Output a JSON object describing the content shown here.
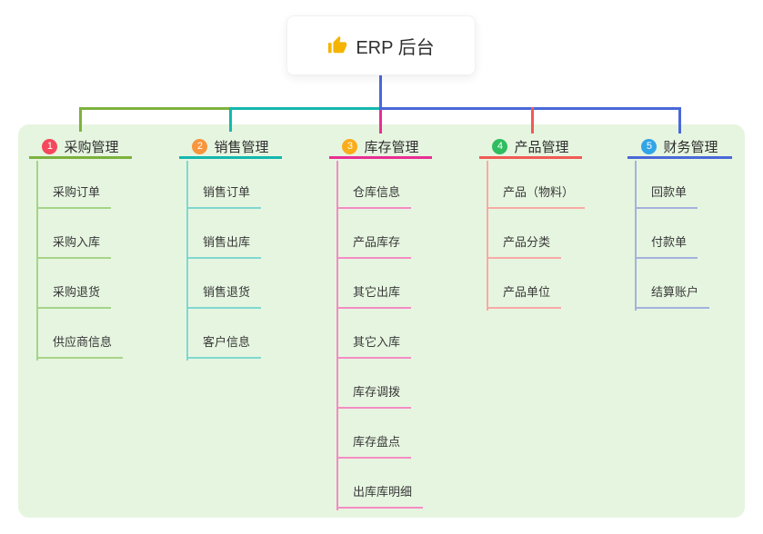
{
  "root": {
    "label": "ERP 后台",
    "icon": "thumbs-up-icon",
    "icon_color": "#f4b400"
  },
  "colors": {
    "canvas_bg": "#ffffff",
    "panel_bg": "#e6f5e0",
    "trunk": "#4a68d8",
    "text": "#2d2d2d"
  },
  "branches": [
    {
      "num": "1",
      "label": "采购管理",
      "badge_color": "#f5485d",
      "line_color": "#7db23e",
      "child_line_color": "#a6d489",
      "children": [
        "采购订单",
        "采购入库",
        "采购退货",
        "供应商信息"
      ]
    },
    {
      "num": "2",
      "label": "销售管理",
      "badge_color": "#f8953d",
      "line_color": "#14b8ae",
      "child_line_color": "#7fd8d0",
      "children": [
        "销售订单",
        "销售出库",
        "销售退货",
        "客户信息"
      ]
    },
    {
      "num": "3",
      "label": "库存管理",
      "badge_color": "#fbac1b",
      "line_color": "#e82f92",
      "child_line_color": "#f48cc4",
      "children": [
        "仓库信息",
        "产品库存",
        "其它出库",
        "其它入库",
        "库存调拨",
        "库存盘点",
        "出库库明细"
      ]
    },
    {
      "num": "4",
      "label": "产品管理",
      "badge_color": "#2ebd5f",
      "line_color": "#f25a55",
      "child_line_color": "#f8aaa6",
      "children": [
        "产品（物料）",
        "产品分类",
        "产品单位"
      ]
    },
    {
      "num": "5",
      "label": "财务管理",
      "badge_color": "#31a5e7",
      "line_color": "#4a68d8",
      "child_line_color": "#a4b2dd",
      "children": [
        "回款单",
        "付款单",
        "结算账户"
      ]
    }
  ]
}
